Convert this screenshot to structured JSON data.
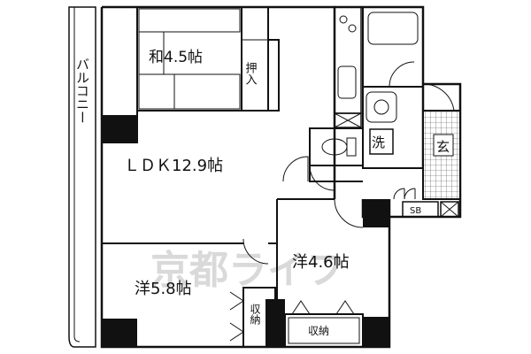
{
  "floor_plan": {
    "rooms": {
      "washitsu": "和4.5帖",
      "oshiire": "押入",
      "ldk": "ＬＤＫ12.9帖",
      "yoshitsu_a": "洋4.6帖",
      "yoshitsu_b": "洋5.8帖",
      "shuno_side": "収納",
      "shuno_bottom": "収納",
      "senmen": "洗",
      "genkan": "玄",
      "sb": "SB",
      "balcony": "バルコニー"
    },
    "watermark": "京都ライフ"
  }
}
